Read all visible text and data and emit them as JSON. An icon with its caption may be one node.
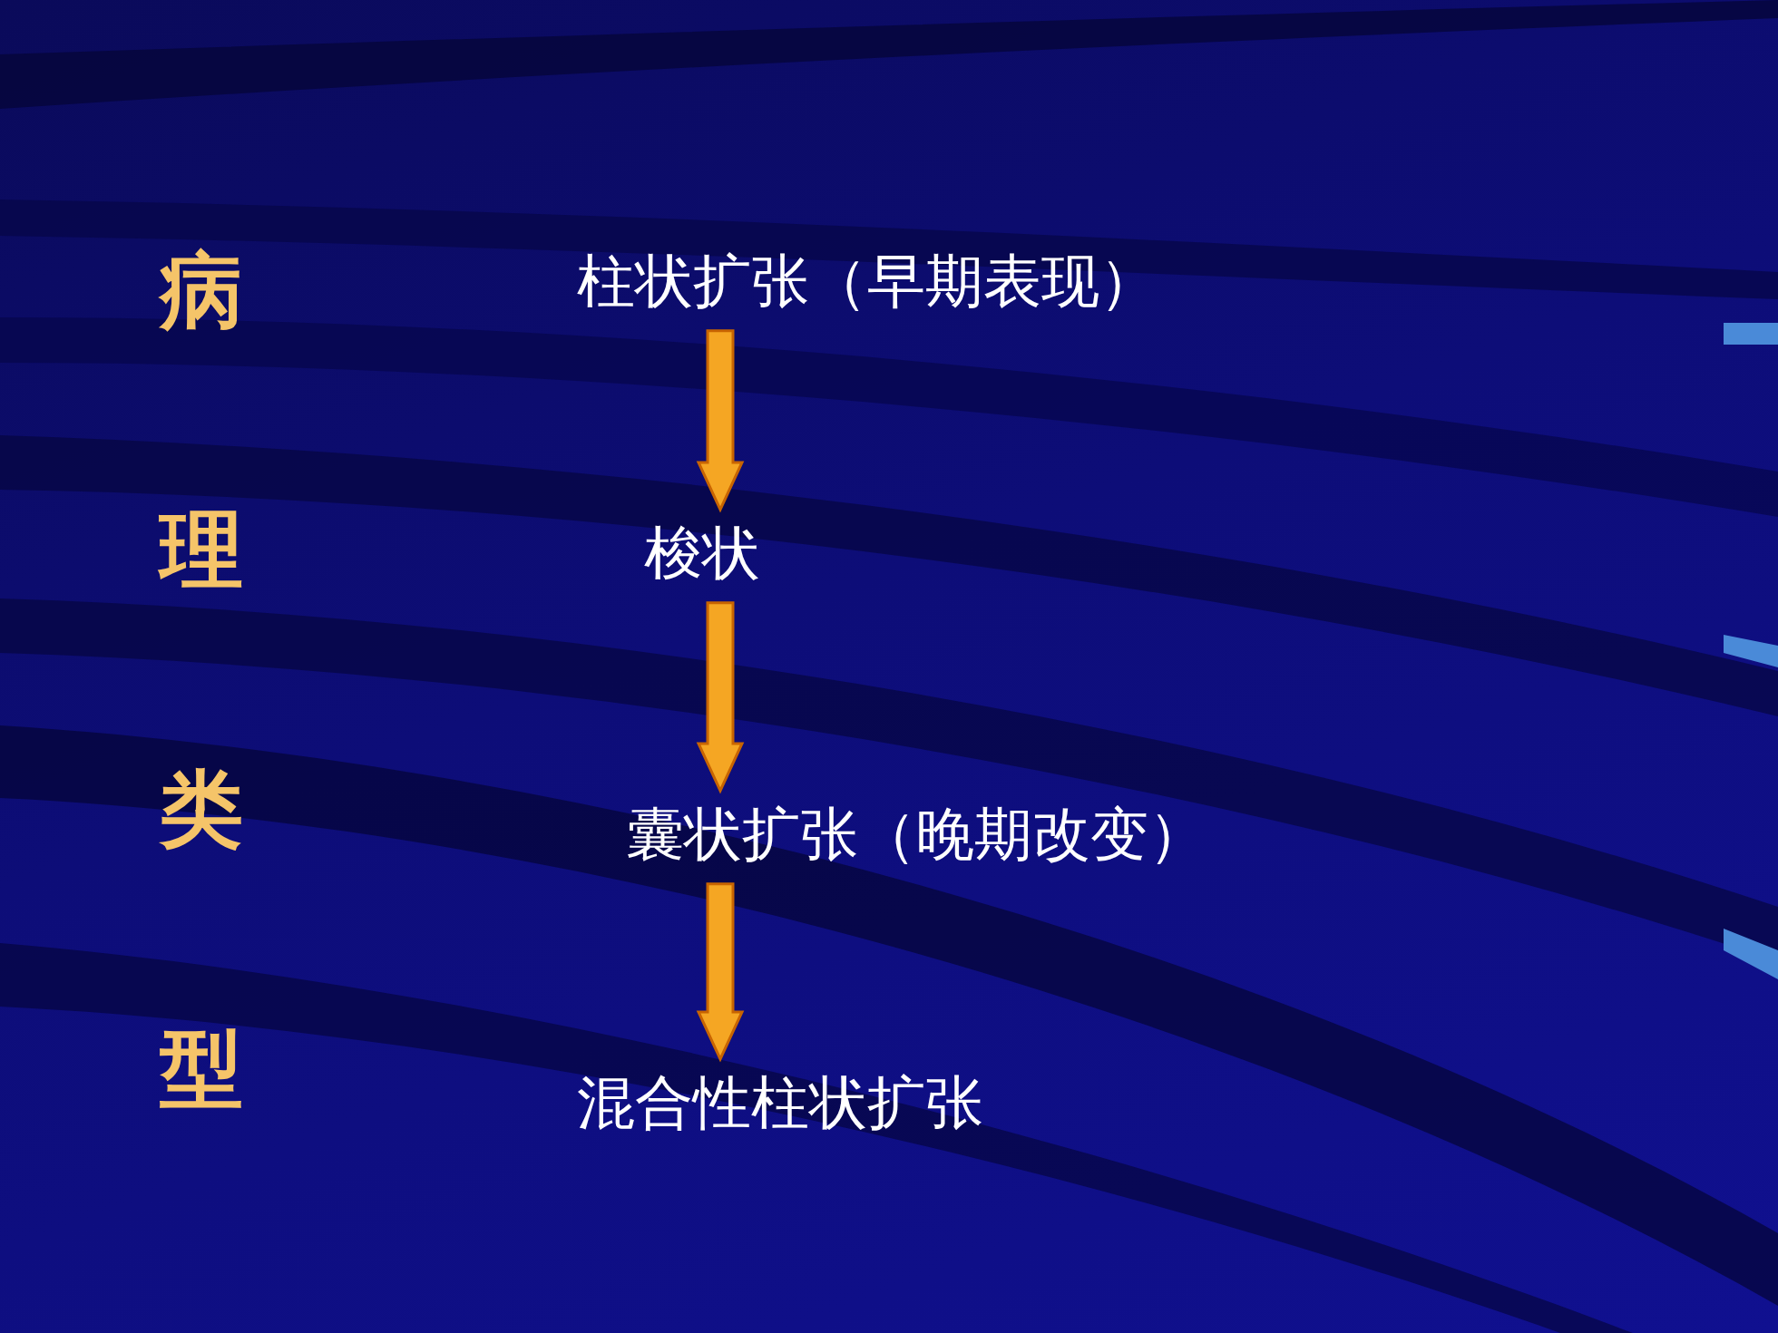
{
  "diagram": {
    "title": "病理类型",
    "nodes": [
      {
        "text": [
          "柱状扩张（早期表现）"
        ]
      },
      {
        "text": [
          "梭状"
        ]
      },
      {
        "text": [
          "囊状扩张（晚期改变）"
        ]
      },
      {
        "text": [
          "混合性柱状扩张"
        ]
      }
    ],
    "edges": [
      {
        "from": 0,
        "to": 1,
        "arrow": "to"
      },
      {
        "from": 1,
        "to": 2,
        "arrow": "to"
      },
      {
        "from": 2,
        "to": 3,
        "arrow": "to"
      }
    ]
  }
}
